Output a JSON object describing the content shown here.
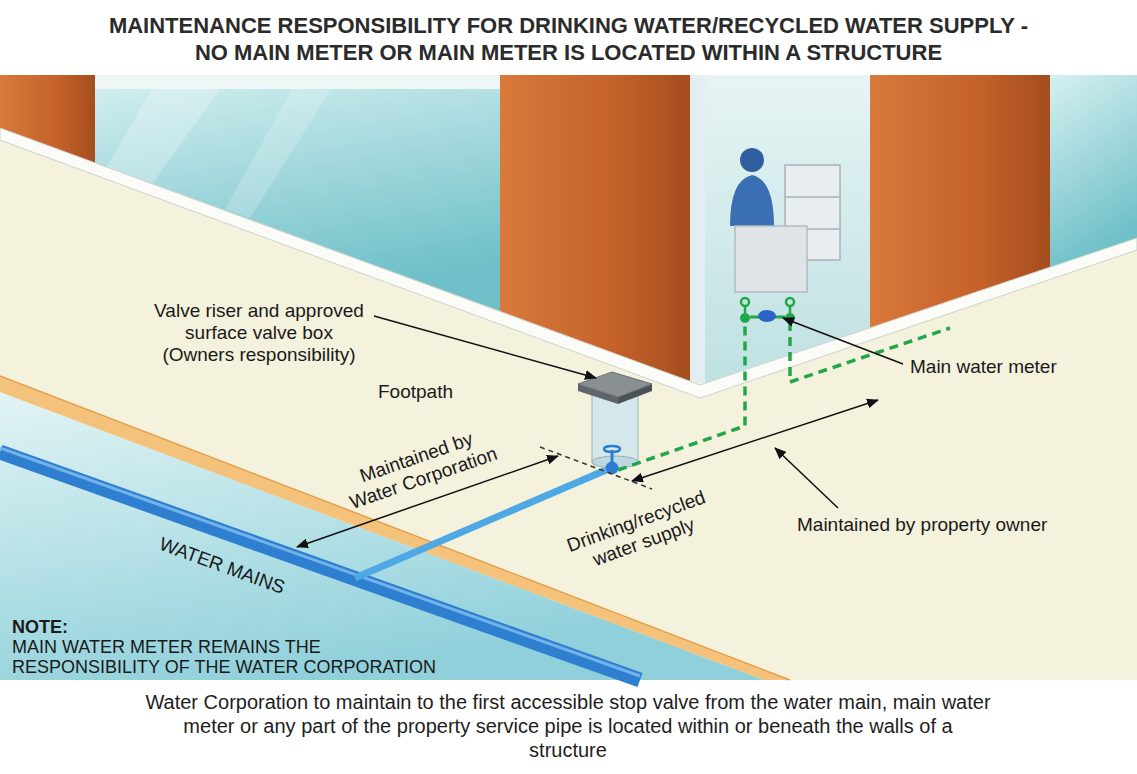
{
  "diagram": {
    "title": "MAINTENANCE RESPONSIBILITY FOR DRINKING WATER/RECYCLED WATER SUPPLY - NO MAIN METER OR MAIN METER IS LOCATED WITHIN A STRUCTURE",
    "caption": "Water Corporation to maintain to the first accessible stop valve from the water main, main water meter or any part of the property service pipe is located within or beneath the walls of a structure",
    "labels": [
      "Valve riser and approved surface valve box (Owners responsibility)",
      "Footpath",
      "Main water meter",
      "Maintained by Water Corporation",
      "Drinking/recycled water supply",
      "Maintained by property owner",
      "WATER MAINS",
      "NOTE:",
      "MAIN WATER METER REMAINS THE RESPONSIBILITY OF THE WATER CORPORATION"
    ]
  }
}
